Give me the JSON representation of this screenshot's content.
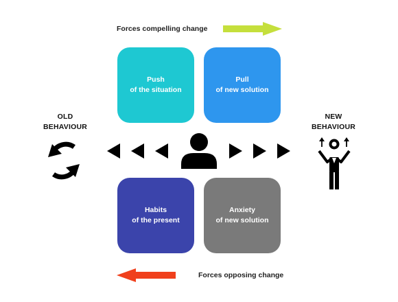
{
  "top_caption": "Forces compelling change",
  "bottom_caption": "Forces opposing change",
  "old_behaviour": {
    "line1": "OLD",
    "line2": "BEHAVIOUR"
  },
  "new_behaviour": {
    "line1": "NEW",
    "line2": "BEHAVIOUR"
  },
  "boxes": {
    "push": {
      "line1": "Push",
      "line2": "of the situation",
      "color": "#1ec8d2"
    },
    "pull": {
      "line1": "Pull",
      "line2": "of new solution",
      "color": "#2e96ee"
    },
    "habits": {
      "line1": "Habits",
      "line2": "of the present",
      "color": "#3b44ab"
    },
    "anxiety": {
      "line1": "Anxiety",
      "line2": "of new solution",
      "color": "#7a7a7a"
    }
  },
  "colors": {
    "compelling_arrow": "#c5df3c",
    "opposing_arrow": "#f0401c"
  },
  "icons": {
    "old": "refresh-cycle-icon",
    "center": "person-icon",
    "new": "person-arms-raised-icon"
  }
}
